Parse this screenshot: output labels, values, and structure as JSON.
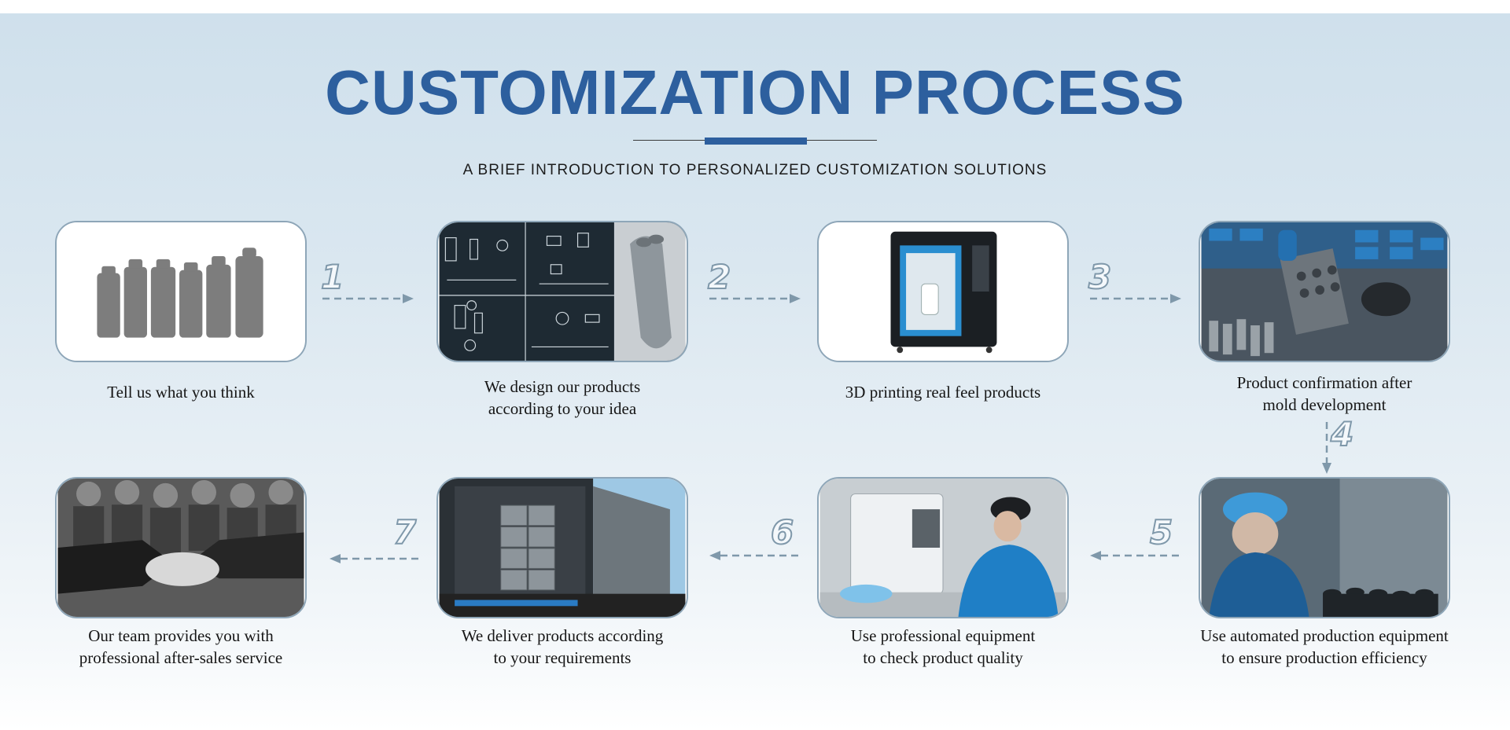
{
  "header": {
    "title": "CUSTOMIZATION PROCESS",
    "subtitle": "A BRIEF INTRODUCTION TO PERSONALIZED CUSTOMIZATION SOLUTIONS"
  },
  "colors": {
    "accent": "#2d5f9e",
    "border": "#8ea6b8",
    "arrow": "#7f98aa"
  },
  "steps": [
    {
      "number": "",
      "image": "bottle-silhouettes-image",
      "caption": "Tell us what you think"
    },
    {
      "number": "1",
      "image": "design-drawings-image",
      "caption": "We design our products\naccording to your idea"
    },
    {
      "number": "2",
      "image": "3d-printer-image",
      "caption": "3D printing real feel products"
    },
    {
      "number": "3",
      "image": "mold-workshop-image",
      "caption": "Product confirmation after\nmold development"
    },
    {
      "number": "4",
      "image": "automated-production-image",
      "caption": "Use automated production equipment\nto ensure production efficiency"
    },
    {
      "number": "5",
      "image": "quality-inspection-image",
      "caption": "Use professional equipment\nto check product quality"
    },
    {
      "number": "6",
      "image": "delivery-truck-image",
      "caption": "We deliver products according\nto your requirements"
    },
    {
      "number": "7",
      "image": "handshake-image",
      "caption": "Our team provides you with\nprofessional after-sales service"
    }
  ]
}
